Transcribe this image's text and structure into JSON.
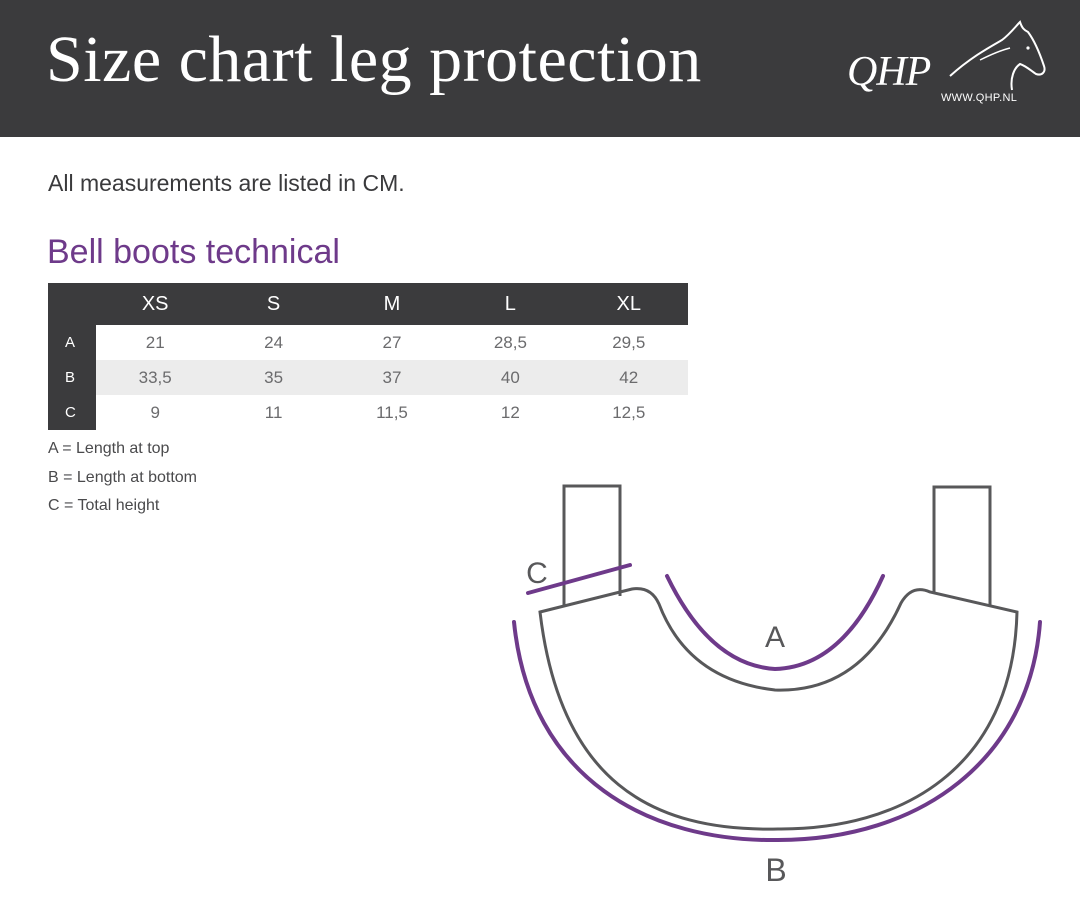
{
  "header": {
    "title": "Size chart leg protection",
    "logo_text": "QHP",
    "logo_url": "WWW.QHP.NL"
  },
  "note": "All measurements are listed in CM.",
  "section_title": "Bell boots technical",
  "table": {
    "columns": [
      "XS",
      "S",
      "M",
      "L",
      "XL"
    ],
    "rows": [
      {
        "label": "A",
        "values": [
          "21",
          "24",
          "27",
          "28,5",
          "29,5"
        ]
      },
      {
        "label": "B",
        "values": [
          "33,5",
          "35",
          "37",
          "40",
          "42"
        ]
      },
      {
        "label": "C",
        "values": [
          "9",
          "11",
          "11,5",
          "12",
          "12,5"
        ]
      }
    ]
  },
  "legend": [
    "A = Length at top",
    "B = Length at bottom",
    "C = Total height"
  ],
  "diagram": {
    "label_a": "A",
    "label_b": "B",
    "label_c": "C",
    "outline_color": "#58585a",
    "accent_color": "#6e3a8a"
  }
}
